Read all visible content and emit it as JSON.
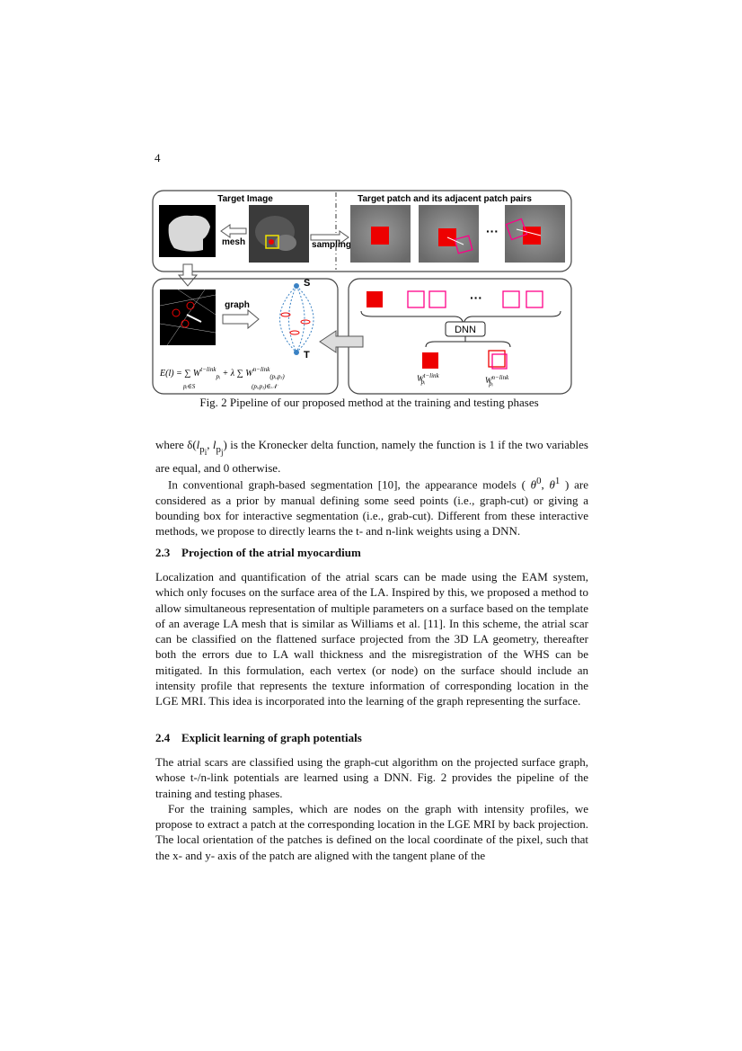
{
  "page_number": "4",
  "figure": {
    "label_target_image": "Target Image",
    "label_target_patch": "Target patch and its adjacent patch pairs",
    "label_mesh": "mesh",
    "label_sampling": "sampling",
    "label_graph": "graph",
    "label_s": "S",
    "label_t": "T",
    "label_dnn": "DNN",
    "label_dots": "···",
    "caption": "Fig. 2 Pipeline of our proposed method at the training and testing phases"
  },
  "para1": "is the Kronecker delta function, namely the function is 1 if the two variables are equal, and 0 otherwise.",
  "para1_prefix": "where",
  "para2": "In conventional graph-based segmentation [10], the appearance models (",
  "para2_rest": ") are considered as a prior by manual defining some seed points (i.e., graph-cut) or giving a bounding box for interactive segmentation (i.e., grab-cut). Different from these interactive methods, we propose to directly learns the t- and n-link weights using a DNN.",
  "section23": {
    "num": "2.3",
    "title": "Projection of the atrial myocardium"
  },
  "para3": "Localization and quantification of the atrial scars can be made using the EAM system, which only focuses on the surface area of the LA. Inspired by this, we proposed a method to allow simultaneous representation of multiple parameters on a surface based on the template of an average LA mesh that is similar as Williams et al. [11]. In this scheme, the atrial scar can be classified on the flattened surface projected from the 3D LA geometry, thereafter both the errors due to LA wall thickness and the misregistration of the WHS can be mitigated. In this formulation, each vertex (or node) on the surface should include an intensity profile that represents the texture information of corresponding location in the LGE MRI. This idea is incorporated into the learning of the graph representing the surface.",
  "section24": {
    "num": "2.4",
    "title": "Explicit learning of graph potentials"
  },
  "para4": "The atrial scars are classified using the graph-cut algorithm on the projected surface graph, whose t-/n-link potentials are learned using a DNN. Fig. 2 provides the pipeline of the training and testing phases.",
  "para5": "For the training samples, which are nodes on the graph with intensity profiles, we propose to extract a patch at the corresponding location in the LGE MRI by back projection. The local orientation of the patches is defined on the local coordinate of the pixel, such that the x- and y- axis of the patch are aligned with the tangent plane of the"
}
